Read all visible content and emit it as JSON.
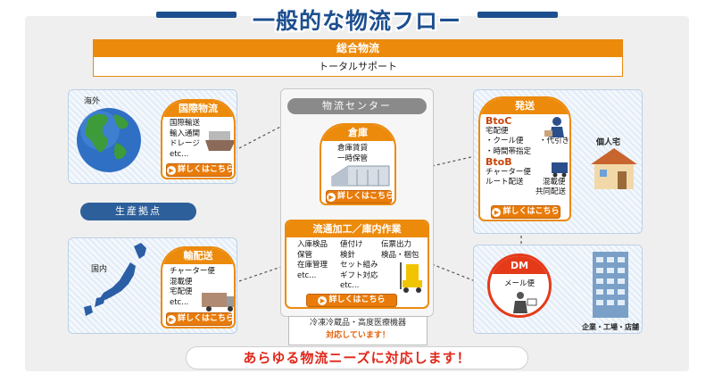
{
  "title": "一般的な物流フロー",
  "overall": {
    "header": "総合物流",
    "body": "トータルサポート"
  },
  "overseas": {
    "region_label": "海外",
    "card": {
      "title": "国際物流",
      "items": [
        "国際輸送",
        "輸入通関",
        "ドレージ",
        "etc..."
      ],
      "button": "詳しくはこちら"
    }
  },
  "production_pill": "生産拠点",
  "domestic": {
    "region_label": "国内",
    "card": {
      "title": "輸配送",
      "items": [
        "チャーター便",
        "混載便",
        "宅配便",
        "etc..."
      ],
      "button": "詳しくはこちら"
    }
  },
  "center": {
    "label": "物流センター",
    "warehouse": {
      "title": "倉庫",
      "items": [
        "倉庫賃貸",
        "一時保管"
      ],
      "button": "詳しくはこちら"
    },
    "processing": {
      "title": "流通加工／庫内作業",
      "col1": [
        "入庫検品",
        "保管",
        "在庫管理",
        "etc..."
      ],
      "col2": [
        "値付け",
        "検針",
        "セット組み",
        "ギフト対応",
        "etc..."
      ],
      "col3": [
        "伝票出力",
        "検品・梱包"
      ],
      "button": "詳しくはこちら"
    }
  },
  "shipping": {
    "title": "発送",
    "btoc_label": "BtoC",
    "btoc_items": [
      "宅配便",
      "・クール便",
      "・代引き",
      "・時間帯指定"
    ],
    "btob_label": "BtoB",
    "btob_items": [
      "チャーター便",
      "混載便",
      "ルート配送",
      "共同配送"
    ],
    "button": "詳しくはこちら",
    "dest_label": "個人宅"
  },
  "dm": {
    "title": "DM",
    "text": "メール便",
    "dest_label": "企業・工場・店舗"
  },
  "note": {
    "line1": "冷凍冷蔵品・高度医療機器",
    "line2": "対応しています！"
  },
  "bottom": "あらゆる物流ニーズに対応します！",
  "colors": {
    "orange": "#ec8a0c",
    "navy": "#1d4f8f",
    "red": "#e53a1a"
  }
}
